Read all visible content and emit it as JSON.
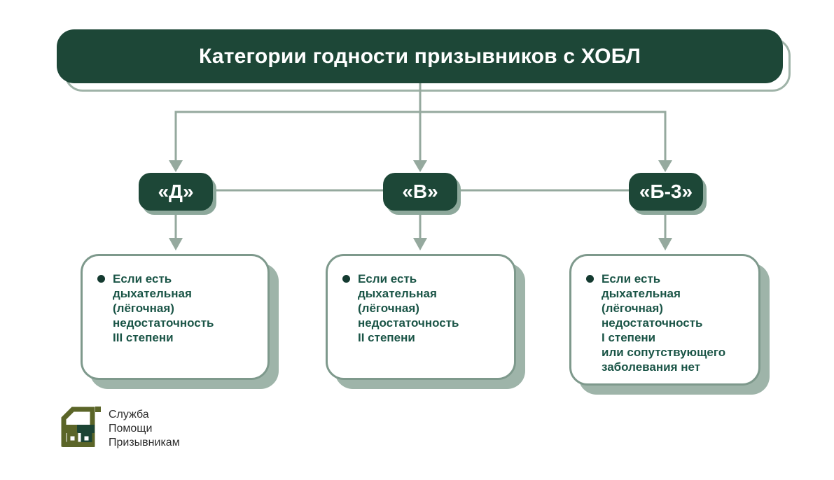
{
  "page": {
    "title": "Категории годности призывников с ХОБЛ"
  },
  "palette": {
    "dark_green": "#1d4737",
    "connector_green": "#95a99e",
    "header_outline_green": "#9fb3a8",
    "box_border_green": "#7e998c",
    "box_shadow_green": "#9eb4a9",
    "badge_shadow_green": "#8da89b",
    "text_green": "#1b5547",
    "bullet_green": "#143a30",
    "logo_olive": "#5b6528",
    "logo_dark_green": "#1c4434",
    "logo_text_gray": "#2e2e2e"
  },
  "categories": [
    {
      "label": "«Д»",
      "description": "Если есть\nдыхательная\n(лёгочная)\nнедостаточность\nIII степени"
    },
    {
      "label": "«В»",
      "description": "Если есть\nдыхательная\n(лёгочная)\nнедостаточность\nII степени"
    },
    {
      "label": "«Б-3»",
      "description": "Если есть\nдыхательная\n(лёгочная)\nнедостаточность\nI степени\nили сопутствующего\nзаболевания нет"
    }
  ],
  "logo": {
    "lines": [
      "Служба",
      "Помощи",
      "Призывникам"
    ]
  }
}
